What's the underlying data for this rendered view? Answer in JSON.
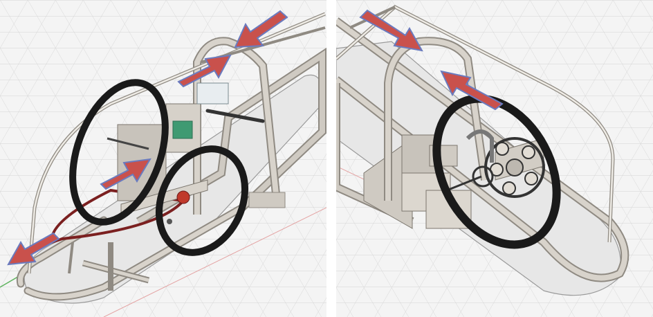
{
  "figure": {
    "panels": [
      {
        "id": "left",
        "view": "front-isometric"
      },
      {
        "id": "right",
        "view": "rear-isometric"
      }
    ],
    "colors": {
      "arrow": "#c9514c",
      "arrow_outline": "#6a7bbf",
      "frame_tube": "#cfcac2",
      "frame_edge": "#8f8a82",
      "tire": "#1a1a1a",
      "chain": "#7b2020",
      "grid": "#d9d9d9",
      "floor": "#e6e6e6",
      "green_box": "#3f9a72",
      "axis_red": "#e07070",
      "axis_green": "#5fb35f"
    }
  }
}
